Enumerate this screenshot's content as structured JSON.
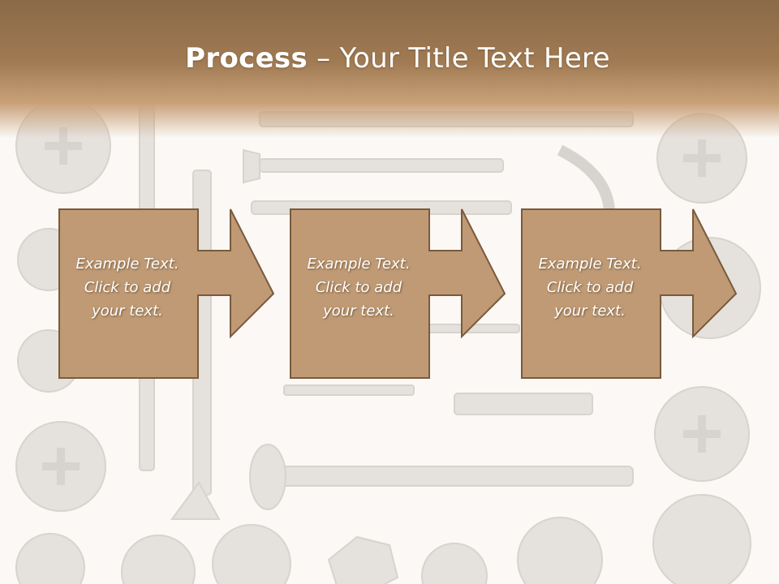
{
  "slide": {
    "title_bold": "Process",
    "title_sep": " – ",
    "title_rest": "Your Title Text Here"
  },
  "steps": [
    {
      "text": "Example Text.\nClick  to add\nyour text."
    },
    {
      "text": "Example Text.\nClick  to add\nyour text."
    },
    {
      "text": "Example Text.\nClick  to add\nyour text."
    }
  ],
  "colors": {
    "header": "#8a6a48",
    "box_fill": "#bf9a74",
    "box_border": "#7a5a3c",
    "background": "#fbf8f5"
  },
  "background_image": "faded photo of assorted screws, bolts and nuts"
}
